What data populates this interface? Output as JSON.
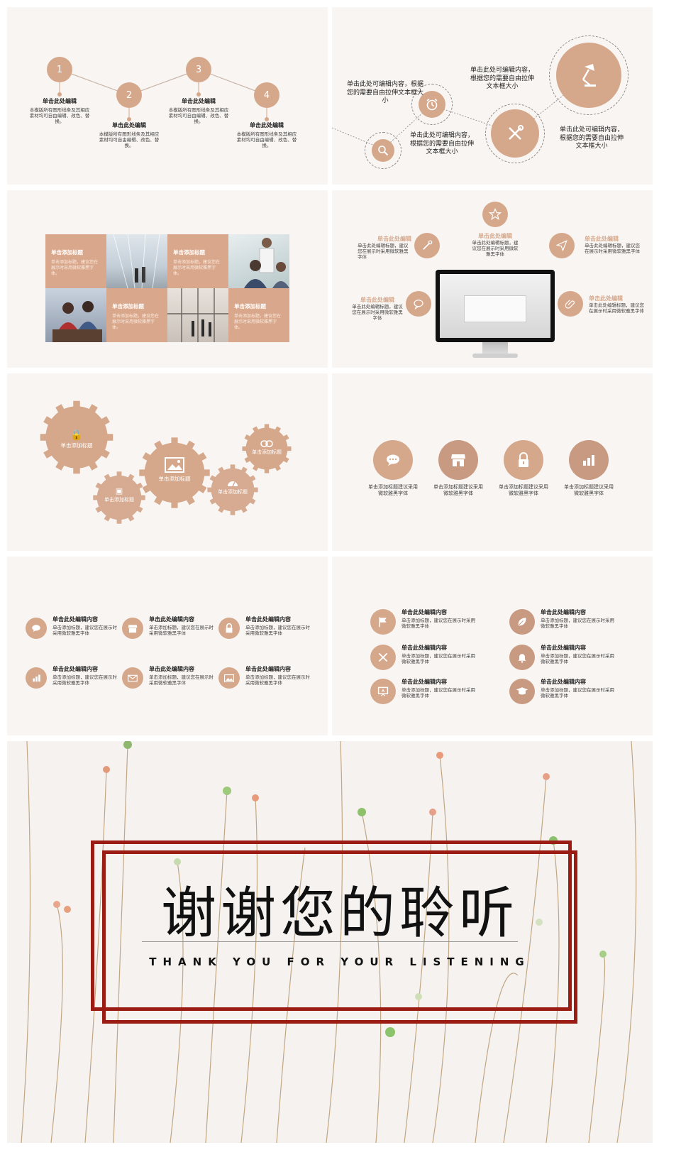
{
  "s1": {
    "steps": [
      {
        "num": "1",
        "title": "单击此处编辑",
        "body": "本模版所有图形线条及其相应素材均可自由编辑、改色、替换。"
      },
      {
        "num": "2",
        "title": "单击此处编辑",
        "body": "本模版所有图形线条及其相应素材均可自由编辑、改色、替换。"
      },
      {
        "num": "3",
        "title": "单击此处编辑",
        "body": "本模版所有图形线条及其相应素材均可自由编辑、改色、替换。"
      },
      {
        "num": "4",
        "title": "单击此处编辑",
        "body": "本模版所有图形线条及其相应素材均可自由编辑、改色、替换。"
      }
    ]
  },
  "s2": {
    "texts": [
      "单击此处可编辑内容，根据您的需要自由拉伸文本框大小",
      "单击此处可编辑内容，根据您的需要自由拉伸文本框大小",
      "单击此处可编辑内容，根据您的需要自由拉伸文本框大小",
      "单击此处可编辑内容，根据您的需要自由拉伸文本框大小"
    ],
    "icons": [
      "search-icon",
      "alarm-clock-icon",
      "tools-icon",
      "desk-lamp-icon"
    ]
  },
  "s3": {
    "tiles": [
      {
        "title": "单击添加标题",
        "body": "单击添加标题，建议您在展示时采用微软雅黑字体。"
      },
      {
        "title": "单击添加标题",
        "body": "单击添加标题，建议您在展示时采用微软雅黑字体。"
      },
      {
        "title": "单击添加标题",
        "body": "单击添加标题，建议您在展示时采用微软雅黑字体。"
      },
      {
        "title": "单击添加标题",
        "body": "单击添加标题，建议您在展示时采用微软雅黑字体。"
      }
    ]
  },
  "s4": {
    "items": [
      {
        "title": "单击此处编辑",
        "body": "单击此处编辑标题，建议您在展示时采用微软雅黑字体",
        "icon": "pen-icon"
      },
      {
        "title": "单击此处编辑",
        "body": "单击此处编辑标题，建议您在展示时采用微软雅黑字体",
        "icon": "star-icon"
      },
      {
        "title": "单击此处编辑",
        "body": "单击此处编辑标题，建议您在展示时采用微软雅黑字体",
        "icon": "paper-plane-icon"
      },
      {
        "title": "单击此处编辑",
        "body": "单击此处编辑标题，建议您在展示时采用微软雅黑字体",
        "icon": "chat-bubble-icon"
      },
      {
        "title": "单击此处编辑",
        "body": "单击此处编辑标题，建议您在展示时采用微软雅黑字体",
        "icon": "paperclip-icon"
      }
    ]
  },
  "s5": {
    "gears": [
      {
        "label": "单击添加标题",
        "icon": "lock-icon"
      },
      {
        "label": "单击添加标题",
        "icon": "briefcase-icon"
      },
      {
        "label": "单击添加标题",
        "icon": "image-icon"
      },
      {
        "label": "单击添加标题",
        "icon": "gauge-icon"
      },
      {
        "label": "单击添加标题",
        "icon": "link-icon"
      }
    ]
  },
  "s6": {
    "items": [
      {
        "text": "单击添加标题建议采用微软雅黑字体",
        "icon": "chat-icon"
      },
      {
        "text": "单击添加标题建议采用微软雅黑字体",
        "icon": "store-icon"
      },
      {
        "text": "单击添加标题建议采用微软雅黑字体",
        "icon": "lock-icon"
      },
      {
        "text": "单击添加标题建议采用微软雅黑字体",
        "icon": "bar-chart-icon"
      }
    ]
  },
  "s7": {
    "items": [
      {
        "title": "单击此处编辑内容",
        "body": "单击添加标题，建议您在展示时采用微软雅黑字体",
        "icon": "chat-icon"
      },
      {
        "title": "单击此处编辑内容",
        "body": "单击添加标题，建议您在展示时采用微软雅黑字体",
        "icon": "store-icon"
      },
      {
        "title": "单击此处编辑内容",
        "body": "单击添加标题，建议您在展示时采用微软雅黑字体",
        "icon": "lock-icon"
      },
      {
        "title": "单击此处编辑内容",
        "body": "单击添加标题，建议您在展示时采用微软雅黑字体",
        "icon": "bar-chart-icon"
      },
      {
        "title": "单击此处编辑内容",
        "body": "单击添加标题，建议您在展示时采用微软雅黑字体",
        "icon": "mail-icon"
      },
      {
        "title": "单击此处编辑内容",
        "body": "单击添加标题，建议您在展示时采用微软雅黑字体",
        "icon": "image-icon"
      }
    ]
  },
  "s8": {
    "items": [
      {
        "title": "单击此处编辑内容",
        "body": "单击添加标题，建议您在展示时采用微软雅黑字体",
        "icon": "flag-icon"
      },
      {
        "title": "单击此处编辑内容",
        "body": "单击添加标题，建议您在展示时采用微软雅黑字体",
        "icon": "leaf-icon"
      },
      {
        "title": "单击此处编辑内容",
        "body": "单击添加标题，建议您在展示时采用微软雅黑字体",
        "icon": "hammer-icon"
      },
      {
        "title": "单击此处编辑内容",
        "body": "单击添加标题，建议您在展示时采用微软雅黑字体",
        "icon": "bell-icon"
      },
      {
        "title": "单击此处编辑内容",
        "body": "单击添加标题，建议您在展示时采用微软雅黑字体",
        "icon": "presentation-icon"
      },
      {
        "title": "单击此处编辑内容",
        "body": "单击添加标题，建议您在展示时采用微软雅黑字体",
        "icon": "graduation-cap-icon"
      }
    ]
  },
  "finale": {
    "title": "谢谢您的聆听",
    "subtitle": "THANK YOU FOR YOUR LISTENING"
  },
  "colors": {
    "accent": "#d5a88c",
    "slide_bg": "#f9f5f2",
    "frame_red": "#9b1c12"
  }
}
